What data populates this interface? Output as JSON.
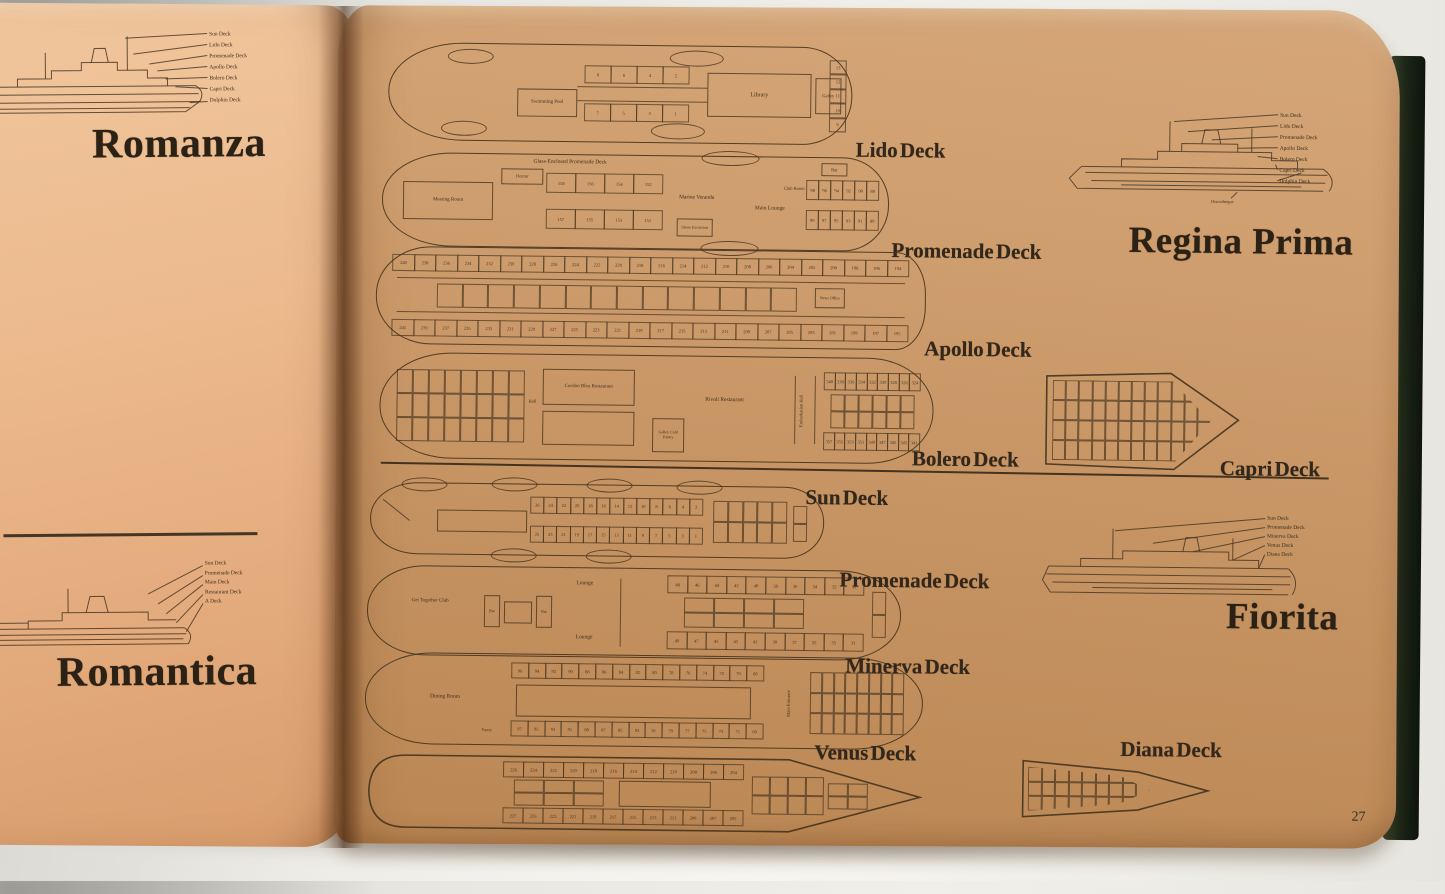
{
  "left_page": {
    "romanza": {
      "title": "Romanza",
      "deck_labels": [
        "Sun Deck",
        "Lido Deck",
        "Promenade Deck",
        "Apollo Deck",
        "Bolero Deck",
        "Capri Deck",
        "Dolphin Deck"
      ]
    },
    "romantica": {
      "title": "Romantica",
      "deck_labels": [
        "Sun Deck",
        "Promenade Deck",
        "Main Deck",
        "Restaurant Deck",
        "A Deck"
      ]
    }
  },
  "right_page": {
    "page_number": "27",
    "regina_prima": {
      "title": "Regina Prima",
      "profile_labels": [
        "Sun Deck",
        "Lido Deck",
        "Promenade Deck",
        "Apollo Deck",
        "Bolero Deck",
        "Capri Deck",
        "Dolphin Deck"
      ],
      "profile_note": "Discotheque",
      "decks": {
        "lido": {
          "label": "Lido Deck",
          "pool": "Swimming Pool",
          "library": "Library",
          "galley": "Galley",
          "cabins_top": [
            "8",
            "6",
            "4",
            "2"
          ],
          "cabins_bottom": [
            "7",
            "5",
            "3",
            "1"
          ],
          "stern_cabins": [
            "13",
            "12",
            "11",
            "10",
            "9"
          ]
        },
        "promenade": {
          "label": "Promenade Deck",
          "banner": "Glass-Enclosed Promenade Deck",
          "meeting_room": "Meeting Room",
          "doctor": "Doctor",
          "veranda": "Marine Veranda",
          "shore_excursion": "Shore Excursion",
          "main_lounge": "Main Lounge",
          "bar": "Bar",
          "club_room": "Club Room",
          "cabins_top": [
            "158",
            "156",
            "154",
            "152"
          ],
          "cabins_bottom": [
            "157",
            "155",
            "153",
            "151"
          ],
          "stern_top": [
            "98",
            "96",
            "94",
            "92",
            "90",
            "88"
          ],
          "stern_bottom": [
            "99",
            "97",
            "95",
            "93",
            "91",
            "89"
          ]
        },
        "apollo": {
          "label": "Apollo Deck",
          "news_office": "News Office",
          "cabins_top": [
            "240",
            "238",
            "236",
            "234",
            "232",
            "230",
            "228",
            "226",
            "224",
            "222",
            "220",
            "218",
            "216",
            "214",
            "212",
            "210",
            "208",
            "206",
            "204",
            "202",
            "200",
            "198",
            "196",
            "194"
          ],
          "cabins_bottom": [
            "241",
            "239",
            "237",
            "235",
            "233",
            "231",
            "229",
            "227",
            "225",
            "223",
            "221",
            "219",
            "217",
            "215",
            "213",
            "211",
            "209",
            "207",
            "205",
            "203",
            "201",
            "199",
            "197",
            "195"
          ]
        },
        "bolero": {
          "label": "Bolero Deck",
          "cordon_bleu": "Cordon Bleu Restaurant",
          "rivoli": "Rivoli Restaurant",
          "embarkation": "Embarkation Hall",
          "galley_pantry": "Galley Cold Pantry",
          "hall": "Hall",
          "cabins_right_top": [
            "340",
            "338",
            "336",
            "334",
            "332",
            "330",
            "328",
            "326",
            "324"
          ],
          "cabins_right_bottom": [
            "357",
            "355",
            "353",
            "351",
            "349",
            "347",
            "345",
            "343",
            "341"
          ]
        },
        "capri": {
          "label": "Capri Deck"
        }
      }
    },
    "fiorita": {
      "title": "Fiorita",
      "profile_labels": [
        "Sun Deck",
        "Promenade Deck",
        "Minerva Deck",
        "Venus Deck",
        "Diana Deck"
      ],
      "decks": {
        "sun": {
          "label": "Sun Deck",
          "cabins_top": [
            "26",
            "24",
            "22",
            "20",
            "18",
            "16",
            "14",
            "12",
            "10",
            "8",
            "6",
            "4",
            "2"
          ],
          "cabins_bottom": [
            "25",
            "23",
            "21",
            "19",
            "17",
            "15",
            "13",
            "11",
            "9",
            "7",
            "5",
            "3",
            "1"
          ]
        },
        "promenade": {
          "label": "Promenade Deck",
          "club": "Get Together Club",
          "bar": "Bar",
          "bar2": "Bar",
          "lounge_top": "Lounge",
          "lounge_bottom": "Lounge",
          "cabins_top": [
            "48",
            "46",
            "44",
            "42",
            "40",
            "38",
            "36",
            "34",
            "32",
            "30"
          ],
          "cabins_bottom": [
            "49",
            "47",
            "45",
            "43",
            "41",
            "39",
            "37",
            "35",
            "33",
            "31"
          ]
        },
        "minerva": {
          "label": "Minerva Deck",
          "dining_room": "Dining Room",
          "pantry": "Pantry",
          "main_entrance": "Main Entrance",
          "cabins_top": [
            "96",
            "94",
            "92",
            "90",
            "88",
            "86",
            "84",
            "82",
            "80",
            "78",
            "76",
            "74",
            "72",
            "70",
            "68"
          ],
          "cabins_bottom": [
            "97",
            "95",
            "93",
            "91",
            "89",
            "87",
            "85",
            "83",
            "81",
            "79",
            "77",
            "75",
            "73",
            "71",
            "69"
          ]
        },
        "venus": {
          "label": "Venus Deck",
          "cabins_top": [
            "226",
            "224",
            "222",
            "220",
            "218",
            "216",
            "214",
            "212",
            "210",
            "208",
            "206",
            "204"
          ],
          "cabins_bottom": [
            "227",
            "225",
            "223",
            "221",
            "219",
            "217",
            "215",
            "213",
            "211",
            "209",
            "207",
            "205"
          ]
        },
        "diana": {
          "label": "Diana Deck"
        }
      }
    }
  }
}
